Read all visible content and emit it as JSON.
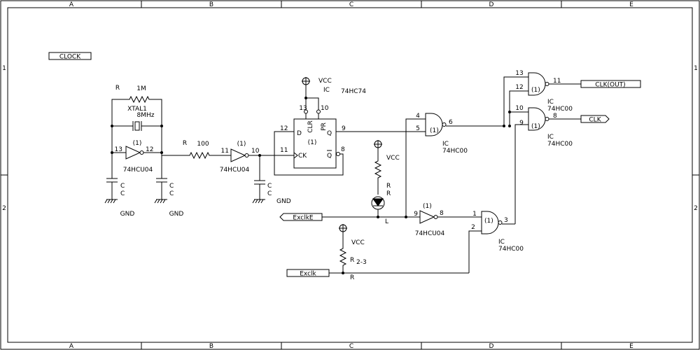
{
  "frame": {
    "columns": [
      "A",
      "B",
      "C",
      "D",
      "E"
    ],
    "rows": [
      "1",
      "2"
    ]
  },
  "title_label": "CLOCK",
  "rails": {
    "vcc": "VCC",
    "gnd": "GND"
  },
  "components": {
    "feedback_resistor": {
      "ref": "R",
      "value": "1M"
    },
    "crystal": {
      "ref": "XTAL1",
      "value": "8MHz"
    },
    "osc_inverter": {
      "unit": "(1)",
      "pin_in": "13",
      "pin_out": "12",
      "part": "74HCU04"
    },
    "series_resistor": {
      "ref": "R",
      "value": "100"
    },
    "buffer_inverter": {
      "unit": "(1)",
      "pin_in": "11",
      "pin_out": "10",
      "part": "74HCU04"
    },
    "cap_left": {
      "ref": "C",
      "value": "C"
    },
    "cap_mid": {
      "ref": "C",
      "value": "C"
    },
    "cap_right": {
      "ref": "C",
      "value": "C"
    },
    "flipflop": {
      "ref": "IC",
      "part": "74HC74",
      "unit": "(1)",
      "pin_clr": "13",
      "pin_pr": "10",
      "pin_d": "12",
      "pin_ck": "11",
      "pin_q": "9",
      "pin_qbar": "8",
      "label_d": "D",
      "label_ck": "CK",
      "label_q": "Q",
      "label_qbar": "Q",
      "label_clr": "CLR",
      "label_pr": "PR"
    },
    "nand1": {
      "unit": "(1)",
      "pin_a": "4",
      "pin_b": "5",
      "pin_y": "6",
      "ref": "IC",
      "part": "74HC00"
    },
    "nand2": {
      "unit": "(1)",
      "pin_a": "13",
      "pin_b": "12",
      "pin_y": "11"
    },
    "nand3": {
      "unit": "(1)",
      "pin_a": "10",
      "pin_b": "9",
      "pin_y": "8",
      "ref": "IC",
      "part": "74HC00",
      "ref2": "IC",
      "part2": "74HC00"
    },
    "nand4": {
      "unit": "(1)",
      "pin_a": "1",
      "pin_b": "2",
      "pin_y": "3",
      "ref": "IC",
      "part": "74HC00"
    },
    "sel_inverter": {
      "unit": "(1)",
      "pin_in": "9",
      "pin_out": "8",
      "part": "74HCU04"
    },
    "led_resistor": {
      "ref": "R",
      "value": "R"
    },
    "led": {
      "ref": "L"
    },
    "pullup_resistor": {
      "ref": "R",
      "value": "2-3",
      "ref2": "R"
    }
  },
  "ports": {
    "clk_out": "CLK(OUT)",
    "clk": "CLK",
    "exclke": "ExclkE",
    "exclk": "Exclk"
  }
}
